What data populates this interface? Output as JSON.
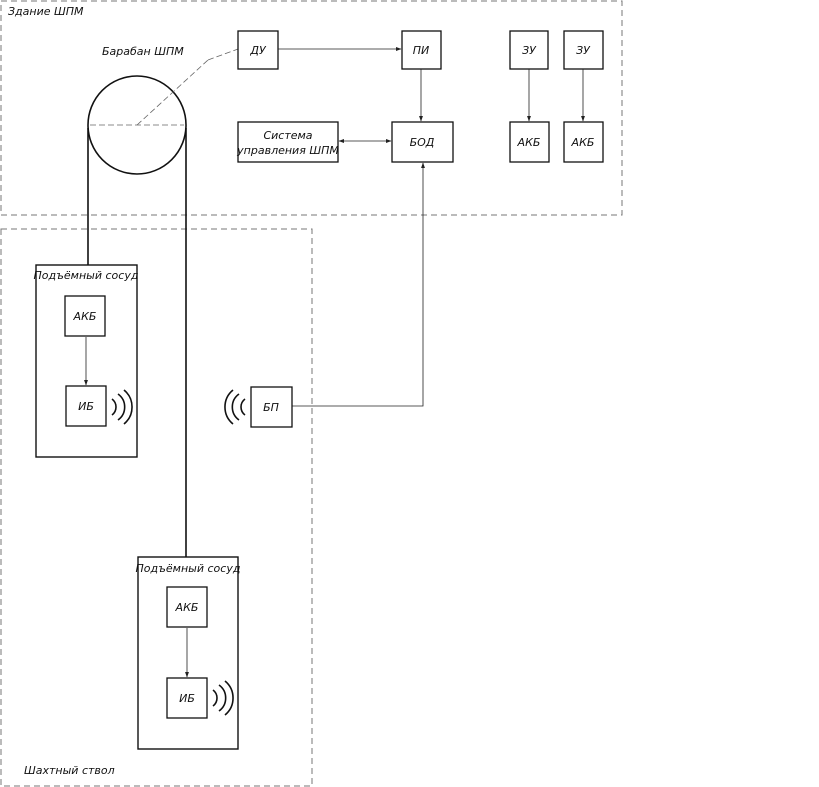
{
  "building": {
    "label": "Здание ШПМ"
  },
  "shaft": {
    "label": "Шахтный ствол"
  },
  "drum": {
    "label": "Барабан ШПМ"
  },
  "blocks": {
    "du": "ДУ",
    "pi": "ПИ",
    "bod": "БОД",
    "control_line1": "Система",
    "control_line2": "управления ШПМ",
    "zu1": "ЗУ",
    "zu2": "ЗУ",
    "akb_top1": "АКБ",
    "akb_top2": "АКБ",
    "bp": "БП"
  },
  "vessel_1": {
    "title": "Подъёмный сосуд",
    "akb": "АКБ",
    "ib": "ИБ"
  },
  "vessel_2": {
    "title": "Подъёмный сосуд",
    "akb": "АКБ",
    "ib": "ИБ"
  }
}
